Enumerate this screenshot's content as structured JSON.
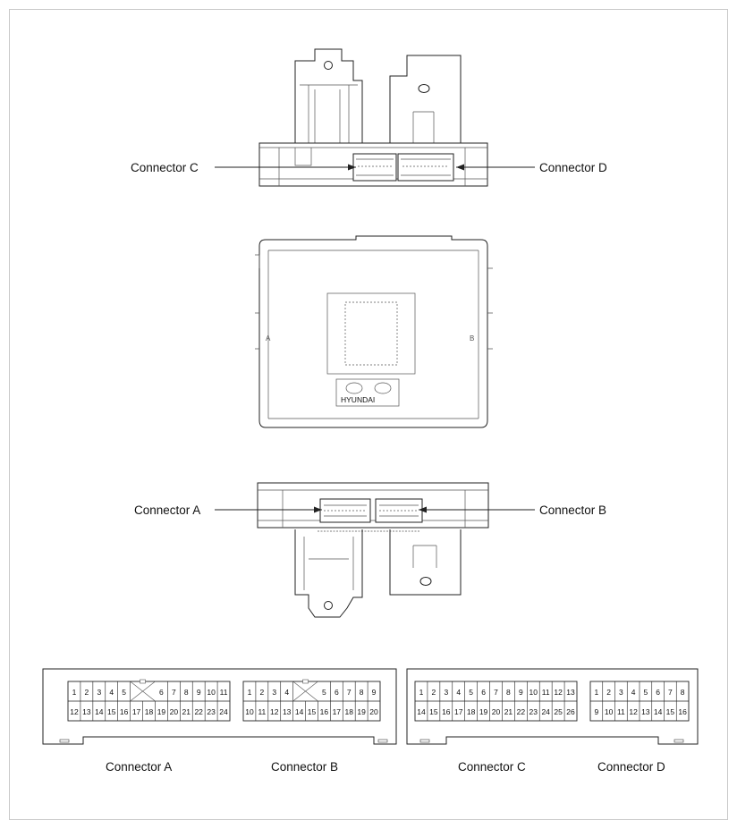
{
  "top_view": {
    "label_left": "Connector C",
    "label_right": "Connector D"
  },
  "middle_view": {
    "marking_left": "A",
    "marking_right": "B",
    "brand_text": "HYUNDAI"
  },
  "bottom_view": {
    "label_left": "Connector A",
    "label_right": "Connector B"
  },
  "pinouts": [
    {
      "name": "Connector A",
      "row1": [
        "1",
        "2",
        "3",
        "4",
        "5",
        "",
        "6",
        "7",
        "8",
        "9",
        "10",
        "11"
      ],
      "row2": [
        "12",
        "13",
        "14",
        "15",
        "16",
        "17",
        "18",
        "19",
        "20",
        "21",
        "22",
        "23",
        "24"
      ],
      "gap_index": 5
    },
    {
      "name": "Connector B",
      "row1": [
        "1",
        "2",
        "3",
        "4",
        "",
        "5",
        "6",
        "7",
        "8",
        "9"
      ],
      "row2": [
        "10",
        "11",
        "12",
        "13",
        "14",
        "15",
        "16",
        "17",
        "18",
        "19",
        "20"
      ],
      "gap_index": 4
    },
    {
      "name": "Connector C",
      "row1": [
        "1",
        "2",
        "3",
        "4",
        "5",
        "6",
        "7",
        "8",
        "9",
        "10",
        "11",
        "12",
        "13"
      ],
      "row2": [
        "14",
        "15",
        "16",
        "17",
        "18",
        "19",
        "20",
        "21",
        "22",
        "23",
        "24",
        "25",
        "26"
      ]
    },
    {
      "name": "Connector D",
      "row1": [
        "1",
        "2",
        "3",
        "4",
        "5",
        "6",
        "7",
        "8"
      ],
      "row2": [
        "9",
        "10",
        "11",
        "12",
        "13",
        "14",
        "15",
        "16"
      ]
    }
  ]
}
